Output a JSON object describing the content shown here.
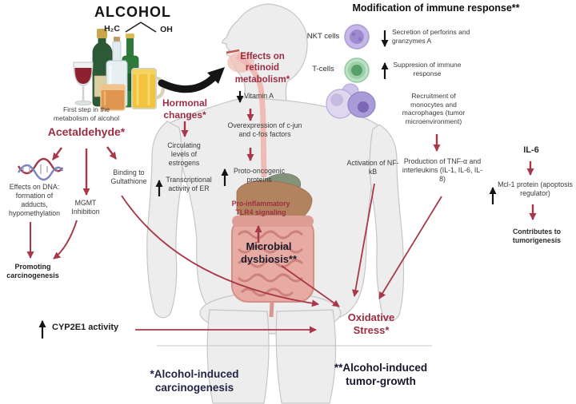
{
  "colors": {
    "maroon_text": "#9c2d43",
    "arrow_red": "#a83848",
    "arrow_black": "#151515",
    "footnote_navy": "#242447",
    "body_grey": "#ededee",
    "liver_brown": "#b3835f",
    "intestine_pink": "#e7aba3",
    "nkt_purple": "#c6b8e6",
    "tcell_green": "#bfe0c6"
  },
  "header": {
    "title": "ALCOHOL",
    "formula_left": "H₂C",
    "formula_right": "OH"
  },
  "left_pathway": {
    "first_step": "First step in the metabolism of alcohol",
    "acetaldehyde": "Acetaldehyde*",
    "effects_dna": "Effects on DNA: formation of adducts, hypomethylation",
    "mgmt": "MGMT Inhibition",
    "glutathione": "Binding to Gultathione",
    "promoting": "Promoting carcinogenesis",
    "cyp2e1": "CYP2E1 activity"
  },
  "hormonal_pathway": {
    "title": "Hormonal changes*",
    "estrogens": "Circulating levels of estrogens",
    "er": "Transcriptional activity of ER"
  },
  "retinoid_pathway": {
    "title": "Effects on retinoid metabolism*",
    "vitamin_a": "Vitamin A",
    "overexpression": "Overexpression of c-jun and c-fos factors",
    "proto": "Proto-oncogenic proteins",
    "tlr4": "Pro-inflammatory TLR4 signaling",
    "microbial": "Microbial dysbiosis**",
    "oxidative": "Oxidative Stress*"
  },
  "immune_panel": {
    "title": "Modification of immune response**",
    "nkt": {
      "label": "NKT cells",
      "effect": "Secretion of perforins and granzymes A"
    },
    "tcells": {
      "label": "T-cells",
      "effect": "Suppresion of immune response"
    },
    "recruitment": "Recruitment of monocytes and macrophages (tumor microenvironment)",
    "nfkb": "Activation of NF-kB",
    "tnf": "Production of TNF-α and interleukins (IL-1, IL-6, IL-8)"
  },
  "il6_pathway": {
    "il6": "IL-6",
    "mcl1": "Mcl-1 protein (apoptosis regulator)",
    "contributes": "Contributes to tumorigenesis"
  },
  "footnotes": {
    "carcinogenesis": "*Alcohol-induced carcinogenesis",
    "tumor_growth": "**Alcohol-induced tumor-growth"
  },
  "icons": {
    "dna-icon": "DNA double helix",
    "wine-glass-icon": "glass of red wine",
    "champagne-bottle-icon": "green champagne bottle",
    "vodka-bottle-icon": "clear spirits bottle with cork",
    "whiskey-glass-icon": "whiskey tumbler",
    "beer-bottle-icon": "green beer bottle",
    "beer-mug-icon": "mug of beer",
    "human-body-icon": "human silhouette with digestive organs",
    "ingestion-arrow-icon": "black curved arrow from drinks to mouth",
    "nkt-cell-icon": "purple NKT cell",
    "t-cell-icon": "green T-cell",
    "macrophage-cluster-icon": "purple monocyte and macrophage cluster"
  }
}
